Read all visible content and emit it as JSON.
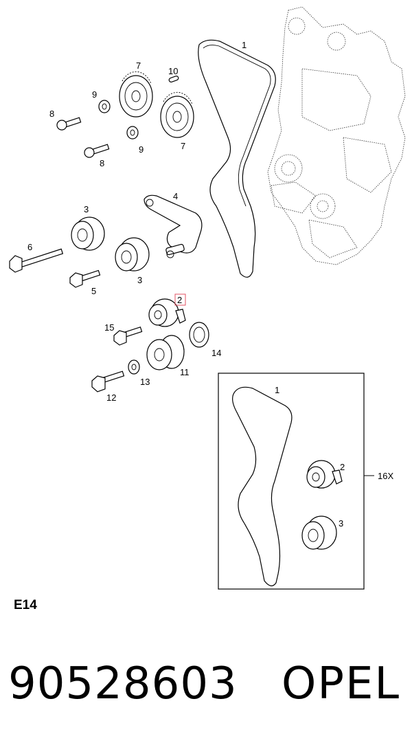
{
  "diagram": {
    "callouts": {
      "belt_main": "1",
      "tensioner_highlighted": "2",
      "idler_upper": "3",
      "idler_lower": "3",
      "bracket": "4",
      "bolt_5": "5",
      "bolt_6": "6",
      "pulley_7a": "7",
      "pulley_7b": "7",
      "bolt_8a": "8",
      "bolt_8b": "8",
      "washer_9a": "9",
      "washer_9b": "9",
      "pin_10": "10",
      "gear_11": "11",
      "bolt_12": "12",
      "washer_13": "13",
      "seal_14": "14",
      "bolt_15": "15",
      "kit_belt": "1",
      "kit_tensioner": "2",
      "kit_idler": "3",
      "kit_reference": "16X"
    },
    "highlight_color": "#e05060"
  },
  "section_code": "E14",
  "footer": {
    "part_number": "90528603",
    "brand": "OPEL"
  }
}
